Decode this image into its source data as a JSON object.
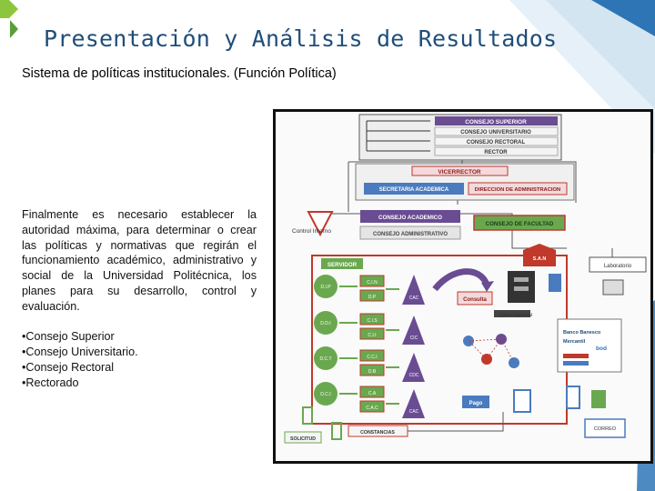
{
  "slide": {
    "title": "Presentación y Análisis de Resultados",
    "subtitle": "Sistema de políticas institucionales. (Función Política)",
    "body": "Finalmente es necesario establecer la autoridad máxima, para determinar o crear las políticas y normativas que regirán el funcionamiento académico, administrativo y social de la Universidad Politécnica, los planes para su desarrollo, control y evaluación.",
    "bullets": [
      "•Consejo Superior",
      "•Consejo Universitario.",
      "•Consejo Rectoral",
      "•Rectorado"
    ]
  },
  "diagram": {
    "top_stack": [
      "CONSEJO SUPERIOR",
      "CONSEJO UNIVERSITARIO",
      "CONSEJO RECTORAL",
      "RECTOR"
    ],
    "vicerrector": "VICERRECTOR",
    "secretaria": "SECRETARIA ACADEMICA",
    "direccion": "DIRECCION DE ADMINISTRACION",
    "consejo_academico": "CONSEJO ACADEMICO",
    "consejo_administrativo": "CONSEJO ADMINISTRATIVO",
    "consejo_facultad": "CONSEJO DE FACULTAD",
    "control_interno": "Control Interno",
    "servidor": "SERVIDOR",
    "sain": "S.A.N",
    "laboratorio": "Laboratorio",
    "consulta": "Consulta",
    "cobro_general": "Cobro General",
    "pago": "Pago",
    "correo": "CORREO",
    "solicitud": "SOLICITUD",
    "constancias": "CONSTANCIAS",
    "bank1": "Banco Banesco",
    "bank2": "Mercantil",
    "bank3": "bod",
    "dept_circles": [
      "D.I.P",
      "D.D.I",
      "D.C.T",
      "D.C.I"
    ],
    "unit_boxes": [
      "C.I.N",
      "D.P",
      "C.I.S",
      "C.I.I",
      "C.C.I",
      "D.B",
      "C.A",
      "C.A.C"
    ],
    "triangle_labels": [
      "CAC",
      "CIC",
      "CDC",
      "CAC"
    ],
    "colors": {
      "title": "#1f4e79",
      "accent_green": "#6aa84f",
      "accent_blue": "#4a7bbf",
      "purple": "#6a4c93",
      "red": "#c0392b"
    }
  }
}
